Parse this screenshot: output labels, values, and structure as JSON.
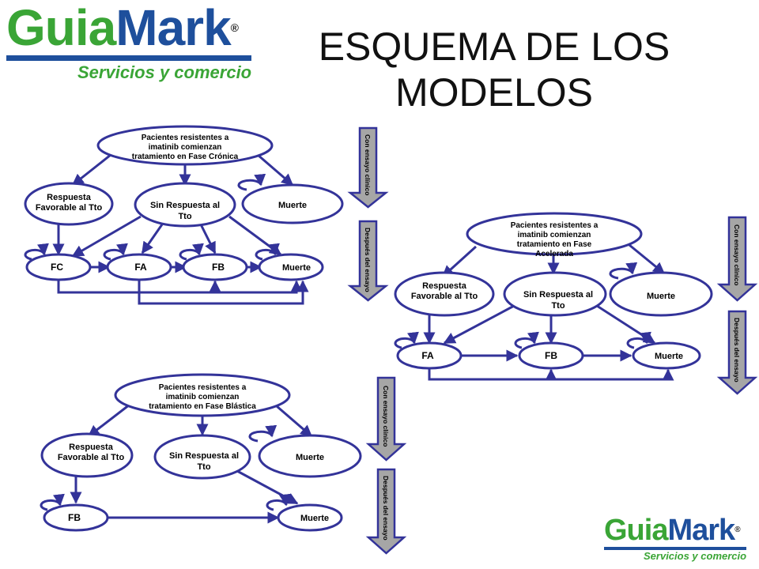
{
  "title": "ESQUEMA DE LOS MODELOS",
  "logo": {
    "word_a": "Guia",
    "word_b": "Mark",
    "reg": "®",
    "tagline": "Servicios y comercio"
  },
  "arrows": {
    "con": "Con ensayo clínico",
    "despues": "Después del ensayo"
  },
  "model_cronica": {
    "top": [
      "Pacientes resistentes a",
      "imatinib comienzan",
      "tratamiento en Fase Crónica"
    ],
    "respuesta": [
      "Respuesta",
      "Favorable al Tto"
    ],
    "sin": [
      "Sin Respuesta al",
      "Tto"
    ],
    "muerte": "Muerte",
    "states": [
      "FC",
      "FA",
      "FB",
      "Muerte"
    ]
  },
  "model_acelerada": {
    "top": [
      "Pacientes resistentes a",
      "imatinib comienzan",
      "tratamiento en Fase",
      "Acelerada"
    ],
    "respuesta": [
      "Respuesta",
      "Favorable al Tto"
    ],
    "sin": [
      "Sin Respuesta al",
      "Tto"
    ],
    "muerte": "Muerte",
    "states": [
      "FA",
      "FB",
      "Muerte"
    ]
  },
  "model_blastica": {
    "top": [
      "Pacientes resistentes a",
      "imatinib comienzan",
      "tratamiento en Fase Blástica"
    ],
    "respuesta": [
      "Respuesta",
      "Favorable al Tto"
    ],
    "sin": [
      "Sin Respuesta al",
      "Tto"
    ],
    "muerte": "Muerte",
    "states": [
      "FB",
      "Muerte"
    ]
  }
}
